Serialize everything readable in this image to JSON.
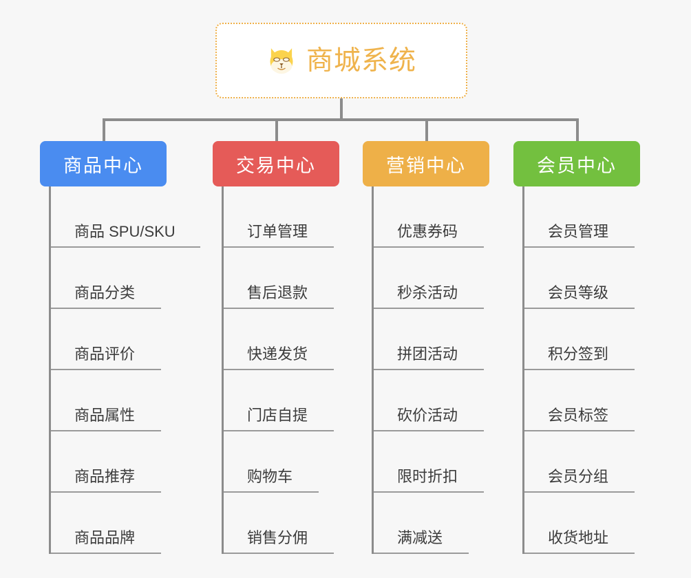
{
  "root": {
    "title": "商城系统",
    "icon": "shiba-dog-icon",
    "border_color": "#efb048",
    "text_color": "#efb34c"
  },
  "canvas": {
    "background": "#f7f7f7",
    "connector_color": "#8c8c8c"
  },
  "columns": [
    {
      "title": "商品中心",
      "color": "#4a8cf0",
      "items": [
        {
          "label": "商品 SPU/SKU"
        },
        {
          "label": "商品分类"
        },
        {
          "label": "商品评价"
        },
        {
          "label": "商品属性"
        },
        {
          "label": "商品推荐"
        },
        {
          "label": "商品品牌"
        }
      ]
    },
    {
      "title": "交易中心",
      "color": "#e55b58",
      "items": [
        {
          "label": "订单管理"
        },
        {
          "label": "售后退款"
        },
        {
          "label": "快递发货"
        },
        {
          "label": "门店自提"
        },
        {
          "label": "购物车"
        },
        {
          "label": "销售分佣"
        }
      ]
    },
    {
      "title": "营销中心",
      "color": "#eeb048",
      "items": [
        {
          "label": "优惠券码"
        },
        {
          "label": "秒杀活动"
        },
        {
          "label": "拼团活动"
        },
        {
          "label": "砍价活动"
        },
        {
          "label": "限时折扣"
        },
        {
          "label": "满减送"
        }
      ]
    },
    {
      "title": "会员中心",
      "color": "#73c03f",
      "items": [
        {
          "label": "会员管理"
        },
        {
          "label": "会员等级"
        },
        {
          "label": "积分签到"
        },
        {
          "label": "会员标签"
        },
        {
          "label": "会员分组"
        },
        {
          "label": "收货地址"
        }
      ]
    }
  ]
}
